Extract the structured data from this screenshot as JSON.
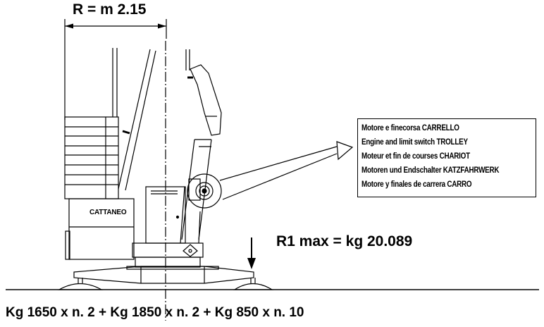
{
  "drawing": {
    "radius_label": "R = m 2.15",
    "load_label": "R1 max = kg 20.089",
    "ballast_label": "Kg 1650 x n. 2 + Kg 1850 x n. 2 + Kg 850 x n. 10",
    "brand": "CATTANEO",
    "callout": [
      "Motore e finecorsa CARRELLO",
      "Engine and limit switch TROLLEY",
      "Moteur et fin de courses CHARIOT",
      "Motoren und Endschalter KATZFAHRWERK",
      "Motore y finales de carrera CARRO"
    ]
  }
}
